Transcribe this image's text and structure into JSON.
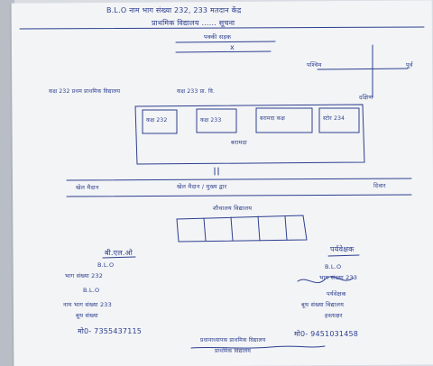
{
  "header": {
    "line1": "B.L.O नाम भाग संख्या 232, 233 मतदान केंद्र",
    "line2": "प्राथमिक विद्यालय ......  सूचना"
  },
  "road": {
    "label": "पक्की सड़क",
    "mark": "x"
  },
  "compass": {
    "west": "पश्चिम",
    "east": "पूर्व",
    "south": "दक्षिण"
  },
  "building": {
    "left_note": "कक्ष 232 प्रथम प्राथमिक विद्यालय",
    "top_note": "कक्ष 233 प्रा. वि.",
    "room1": "कक्ष 232",
    "room2": "कक्ष 233",
    "room3": "बरामदा कक्ष",
    "room4": "स्टोर 234",
    "corridor": "बरामदा"
  },
  "ground": {
    "left": "खेल मैदान",
    "center": "खेल मैदान / मुख्य द्वार",
    "right": "दिवार"
  },
  "toilets": {
    "label": "शौचालय विद्यालय"
  },
  "blo_left": {
    "title": "बी.एल.ओ",
    "name": "B.L.O",
    "part": "भाग संख्या 232",
    "line4": "B.L.O",
    "line5": "नाम भाग संख्या 233",
    "line6": "बूथ संख्या",
    "mobile": "मो0- 7355437115"
  },
  "blo_right": {
    "title": "पर्यवेक्षक",
    "name": "B.L.O",
    "part": "भाग संख्या 233",
    "line4": "पर्यवेक्षक",
    "line5": "बूथ संख्या विद्यालय",
    "line6": "हस्ताक्षर",
    "mobile": "मो0- 9451031458"
  },
  "stamp": {
    "line1": "प्रधानाध्यापक प्राथमिक विद्यालय",
    "line2": "प्राथमिक विद्यालय"
  }
}
